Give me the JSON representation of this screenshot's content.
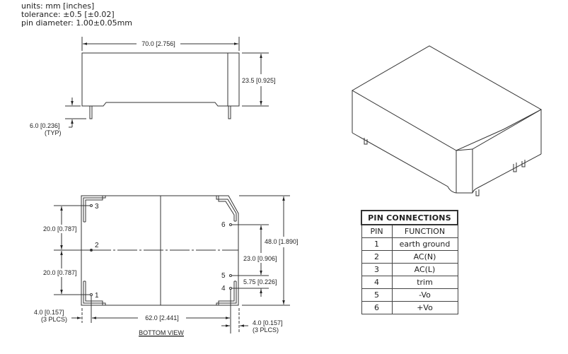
{
  "notes": {
    "units": "units: mm [inches]",
    "tolerance": "tolerance: ±0.5 [±0.02]",
    "pin_diameter": "pin diameter: 1.00±0.05mm"
  },
  "side_view": {
    "width_dim": "70.0 [2.756]",
    "height_dim": "23.5 [0.925]",
    "pin_length_dim": "6.0 [0.236]",
    "pin_length_note": "(TYP)"
  },
  "bottom_view": {
    "title": "BOTTOM VIEW",
    "pin_spacing_upper": "20.0 [0.787]",
    "pin_spacing_lower": "20.0 [0.787]",
    "length_dim": "62.0 [2.441]",
    "edge_offset_left": "4.0 [0.157]",
    "edge_offset_left_note": "(3 PLCS)",
    "edge_offset_right": "4.0 [0.157]",
    "edge_offset_right_note": "(3 PLCS)",
    "overall_height_dim": "48.0 [1.890]",
    "pin6_to_bottom_dim": "23.0 [0.906]",
    "pin4_pin5_dim": "5.75 [0.226]",
    "pin_labels": [
      "1",
      "2",
      "3",
      "4",
      "5",
      "6"
    ]
  },
  "pin_table": {
    "title": "PIN CONNECTIONS",
    "headers": [
      "PIN",
      "FUNCTION"
    ],
    "rows": [
      {
        "pin": "1",
        "function": "earth ground"
      },
      {
        "pin": "2",
        "function": "AC(N)"
      },
      {
        "pin": "3",
        "function": "AC(L)"
      },
      {
        "pin": "4",
        "function": "trim"
      },
      {
        "pin": "5",
        "function": "-Vo"
      },
      {
        "pin": "6",
        "function": "+Vo"
      }
    ]
  }
}
